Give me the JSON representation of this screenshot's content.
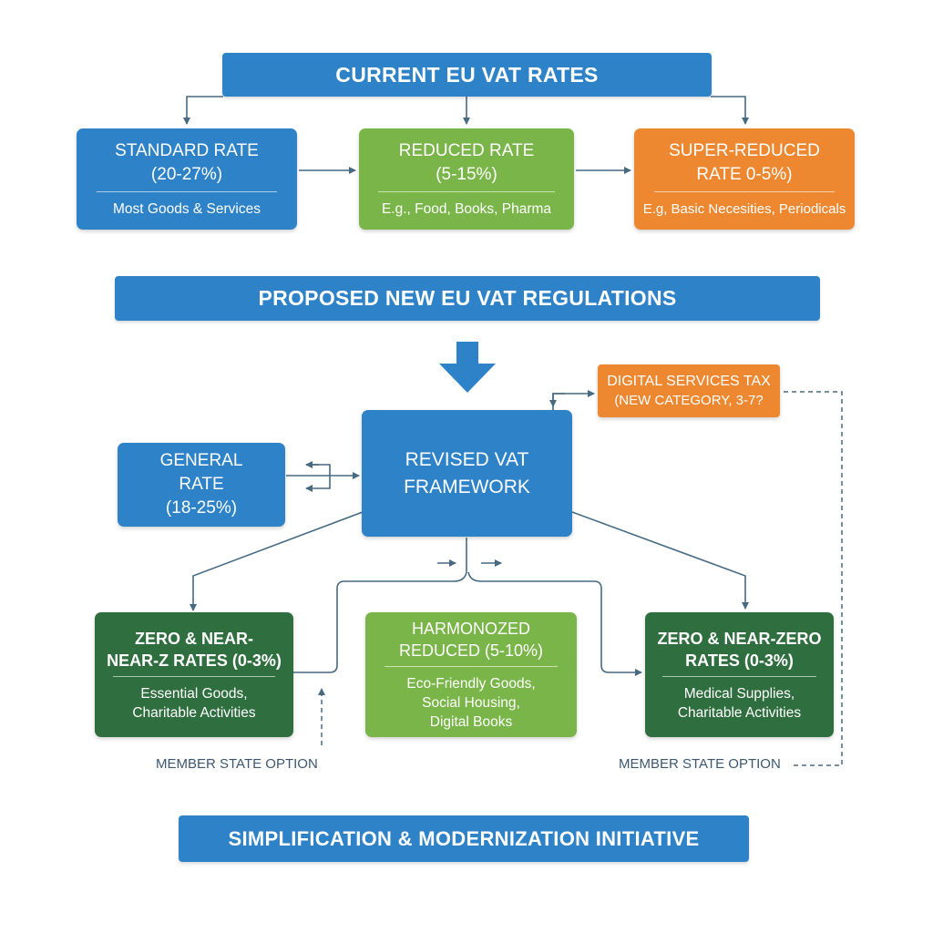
{
  "colors": {
    "blue": "#2d82c8",
    "green": "#79b548",
    "orange": "#ee8830",
    "dark_green": "#2f6e3e",
    "line": "#456a82"
  },
  "top_banner": {
    "label": "CURRENT EU VAT RATES"
  },
  "current_rates": {
    "standard": {
      "title_line1": "STANDARD RATE",
      "title_line2": "(20-27%)",
      "subtitle": "Most Goods & Services"
    },
    "reduced": {
      "title_line1": "REDUCED RATE",
      "title_line2": "(5-15%)",
      "subtitle": "E.g., Food, Books, Pharma"
    },
    "super_reduced": {
      "title_line1": "SUPER-REDUCED",
      "title_line2": "RATE 0-5%)",
      "subtitle": "E.g, Basic Necesities, Periodicals"
    }
  },
  "middle_banner": {
    "label": "PROPOSED NEW EU VAT REGULATIONS"
  },
  "digital_services": {
    "line1": "DIGITAL SERVICES TAX",
    "line2": "(NEW CATEGORY, 3-7?"
  },
  "revised_framework": {
    "line1": "REVISED VAT",
    "line2": "FRAMEWORK"
  },
  "general_rate": {
    "line1": "GENERAL",
    "line2": "RATE",
    "line3": "(18-25%)"
  },
  "zero_left": {
    "title_line1": "ZERO & NEAR-",
    "title_line2": "NEAR-Z RATES (0-3%)",
    "desc_line1": "Essential Goods,",
    "desc_line2": "Charitable Activities"
  },
  "harmonized": {
    "title_line1": "HARMONOZED",
    "title_line2": "REDUCED (5-10%)",
    "desc_line1": "Eco-Friendly Goods,",
    "desc_line2": "Social Housing,",
    "desc_line3": "Digital Books"
  },
  "zero_right": {
    "title_line1": "ZERO & NEAR-ZERO",
    "title_line2": "RATES (0-3%)",
    "desc_line1": "Medical Supplies,",
    "desc_line2": "Charitable Activities"
  },
  "member_option_left": "MEMBER STATE OPTION",
  "member_option_right": "MEMBER STATE OPTION",
  "bottom_banner": {
    "label": "SIMPLIFICATION & MODERNIZATION INITIATIVE"
  }
}
